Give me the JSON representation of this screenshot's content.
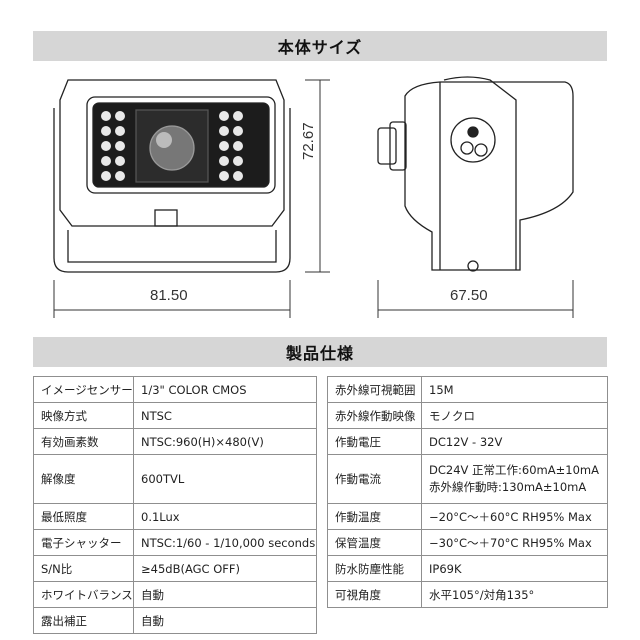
{
  "headers": {
    "size": "本体サイズ",
    "spec": "製品仕様"
  },
  "dimensions": {
    "width": "81.50",
    "height": "72.67",
    "depth": "67.50"
  },
  "spec_left": [
    {
      "key": "イメージセンサー",
      "value": "1/3\" COLOR CMOS"
    },
    {
      "key": "映像方式",
      "value": "NTSC"
    },
    {
      "key": "有効画素数",
      "value": "NTSC:960(H)×480(V)"
    },
    {
      "key": "解像度",
      "value": "600TVL"
    },
    {
      "key": "最低照度",
      "value": "0.1Lux"
    },
    {
      "key": "電子シャッター",
      "value": "NTSC:1/60 - 1/10,000 seconds"
    },
    {
      "key": "S/N比",
      "value": "≥45dB(AGC OFF)"
    },
    {
      "key": "ホワイトバランス",
      "value": "自動"
    },
    {
      "key": "露出補正",
      "value": "自動"
    }
  ],
  "spec_right": [
    {
      "key": "赤外線可視範囲",
      "value": "15M"
    },
    {
      "key": "赤外線作動映像",
      "value": "モノクロ"
    },
    {
      "key": "作動電圧",
      "value": "DC12V - 32V"
    },
    {
      "key": "作動電流",
      "value_line1": "DC24V 正常工作:60mA±10mA",
      "value_line2": "赤外線作動時:130mA±10mA"
    },
    {
      "key": "作動温度",
      "value": "−20°C〜＋60°C RH95% Max"
    },
    {
      "key": "保管温度",
      "value": "−30°C〜＋70°C RH95% Max"
    },
    {
      "key": "防水防塵性能",
      "value": "IP69K"
    },
    {
      "key": "可視角度",
      "value": "水平105°/対角135°"
    }
  ]
}
